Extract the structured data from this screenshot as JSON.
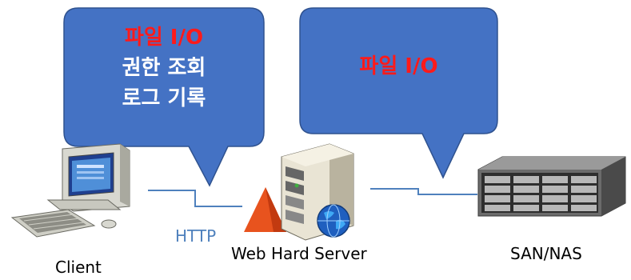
{
  "bubbles": {
    "left": {
      "line1": "파일 I/O",
      "line2": "권한 조회",
      "line3": "로그 기록"
    },
    "right": {
      "line1": "파일 I/O"
    }
  },
  "nodes": {
    "client": "Client",
    "server": "Web Hard Server",
    "storage": "SAN/NAS"
  },
  "links": {
    "client_server": "HTTP"
  },
  "colors": {
    "bubble_fill": "#4472c4",
    "bubble_stroke": "#2f528f",
    "highlight_text": "#ff1a1a",
    "white_text": "#ffffff",
    "connector": "#4f81bd",
    "http_label": "#4f81bd",
    "warning_fill": "#e8531e"
  },
  "icons": [
    "computer-icon",
    "server-icon",
    "globe-icon",
    "warning-triangle-icon",
    "storage-array-icon"
  ]
}
